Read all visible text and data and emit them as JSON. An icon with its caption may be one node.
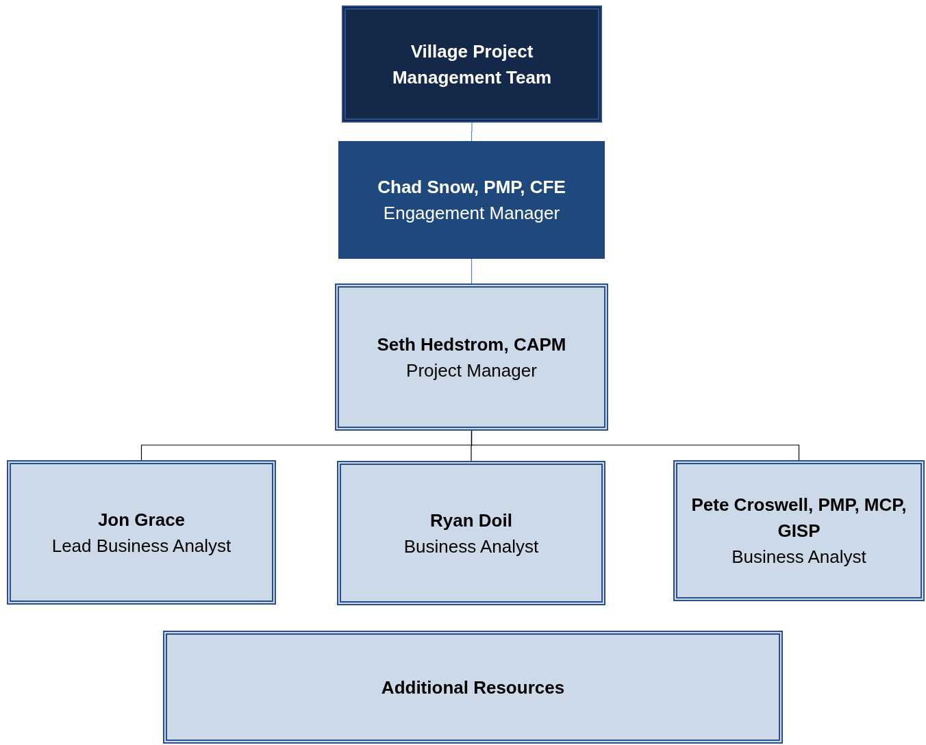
{
  "diagram": {
    "nodes": [
      {
        "text": [
          "Village Project Management Team"
        ]
      },
      {
        "text": [
          "Chad Snow, PMP, CFE",
          "Engagement Manager"
        ]
      },
      {
        "text": [
          "Seth Hedstrom, CAPM",
          "Project Manager"
        ]
      },
      {
        "text": [
          "Jon Grace",
          "Lead Business Analyst"
        ]
      },
      {
        "text": [
          "Ryan Doil",
          "Business Analyst"
        ]
      },
      {
        "text": [
          "Pete Croswell, PMP, MCP, GISP",
          "Business Analyst"
        ]
      },
      {
        "text": [
          "Additional Resources"
        ]
      }
    ],
    "edges": [
      {
        "from": 0,
        "to": 1,
        "arrow": "none",
        "color": "#4f81bd"
      },
      {
        "from": 1,
        "to": 2,
        "arrow": "none",
        "color": "#4f81bd"
      },
      {
        "from": 2,
        "to": 3,
        "arrow": "none"
      },
      {
        "from": 2,
        "to": 4,
        "arrow": "none"
      },
      {
        "from": 2,
        "to": 5,
        "arrow": "none"
      }
    ]
  }
}
